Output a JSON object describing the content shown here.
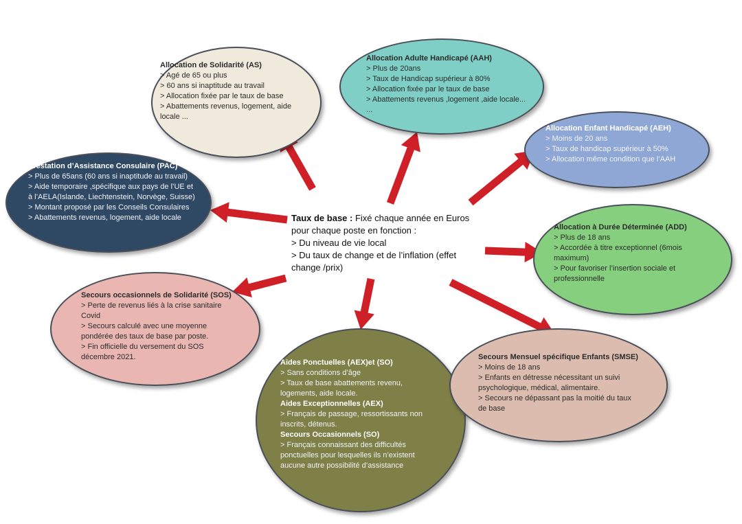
{
  "center": {
    "label": "Taux de base :",
    "lines": [
      " Fixé chaque année en Euros",
      "pour chaque poste en fonction :",
      "> Du niveau de vie local",
      "> Du taux de change  et de l’inflation (effet",
      "change /prix)"
    ]
  },
  "as": {
    "title": "Allocation de Solidarité (AS)",
    "lines": [
      "> Agé de 65 ou plus",
      "> 60 ans si inaptitude au travail",
      "> Allocation fixée par le taux de base",
      "> Abattements revenus, logement, aide",
      "locale ..."
    ]
  },
  "aah": {
    "title": "Allocation Adulte Handicapé (AAH)",
    "lines": [
      "> Plus de 20ans",
      "> Taux de Handicap supérieur à 80%",
      "> Allocation fixée par le taux de base",
      "> Abattements revenus ,logement ,aide locale...",
      "..."
    ]
  },
  "aeh": {
    "title": "Allocation Enfant Handicapé (AEH)",
    "lines": [
      "> Moins de 20 ans",
      "> Taux de handicap supérieur à 50%",
      "> Allocation même condition que l’AAH"
    ]
  },
  "pac": {
    "title": "Prestation d’Assistance Consulaire (PAC)",
    "lines": [
      "> Plus de 65ans (60 ans si inaptitude au travail)",
      "> Aide temporaire ,spécifique aux pays de l’UE et",
      "à l’AELA(Islande, Liechtenstein, Norvège, Suisse)",
      "> Montant proposé par les Conseils Consulaires",
      "> Abattements revenus, logement, aide locale"
    ]
  },
  "add": {
    "title": "Allocation à Durée Déterminée (ADD)",
    "lines": [
      "> Plus de 18 ans",
      "> Accordée à titre exceptionnel (6mois",
      "maximum)",
      "> Pour favoriser l’insertion sociale et",
      "professionnelle"
    ]
  },
  "sos": {
    "title": "Secours occasionnels de Solidarité (SOS)",
    "lines": [
      "> Perte de revenus liés à la crise sanitaire",
      "Covid",
      "> Secours  calculé avec une moyenne",
      "pondérée des taux de base par poste.",
      "> Fin officielle du versement du SOS",
      "décembre 2021."
    ]
  },
  "aex": {
    "title": "Aides Ponctuelles (AEX)et (SO)",
    "lines": [
      "> Sans conditions d’âge",
      "> Taux de base abattements revenu,",
      "logements, aide locale."
    ],
    "title2": "Aides Exceptionnelles (AEX)",
    "lines2": [
      "> Français de passage, ressortissants non",
      "inscrits, détenus."
    ],
    "title3": "Secours Occasionnels (SO)",
    "lines3": [
      "> Français connaissant des difficultés",
      "ponctuelles pour lesquelles ils n’existent",
      "aucune autre possibilité d’assistance"
    ]
  },
  "smse": {
    "title": "Secours Mensuel spécifique Enfants (SMSE)",
    "lines": [
      "> Moins de 18 ans",
      "> Enfants en détresse nécessitant un suivi",
      "psychologique, médical, alimentaire.",
      "> Secours ne dépassant pas la moitié du taux",
      "de base"
    ]
  },
  "colors": {
    "as": "#efeadb",
    "aah": "#7fcfc6",
    "aeh": "#8fa7d4",
    "pac": "#2f4864",
    "add": "#86cf7e",
    "sos": "#eab6b2",
    "aex": "#7f7f48",
    "smse": "#dbbcae",
    "arrow": "#cf2027"
  }
}
